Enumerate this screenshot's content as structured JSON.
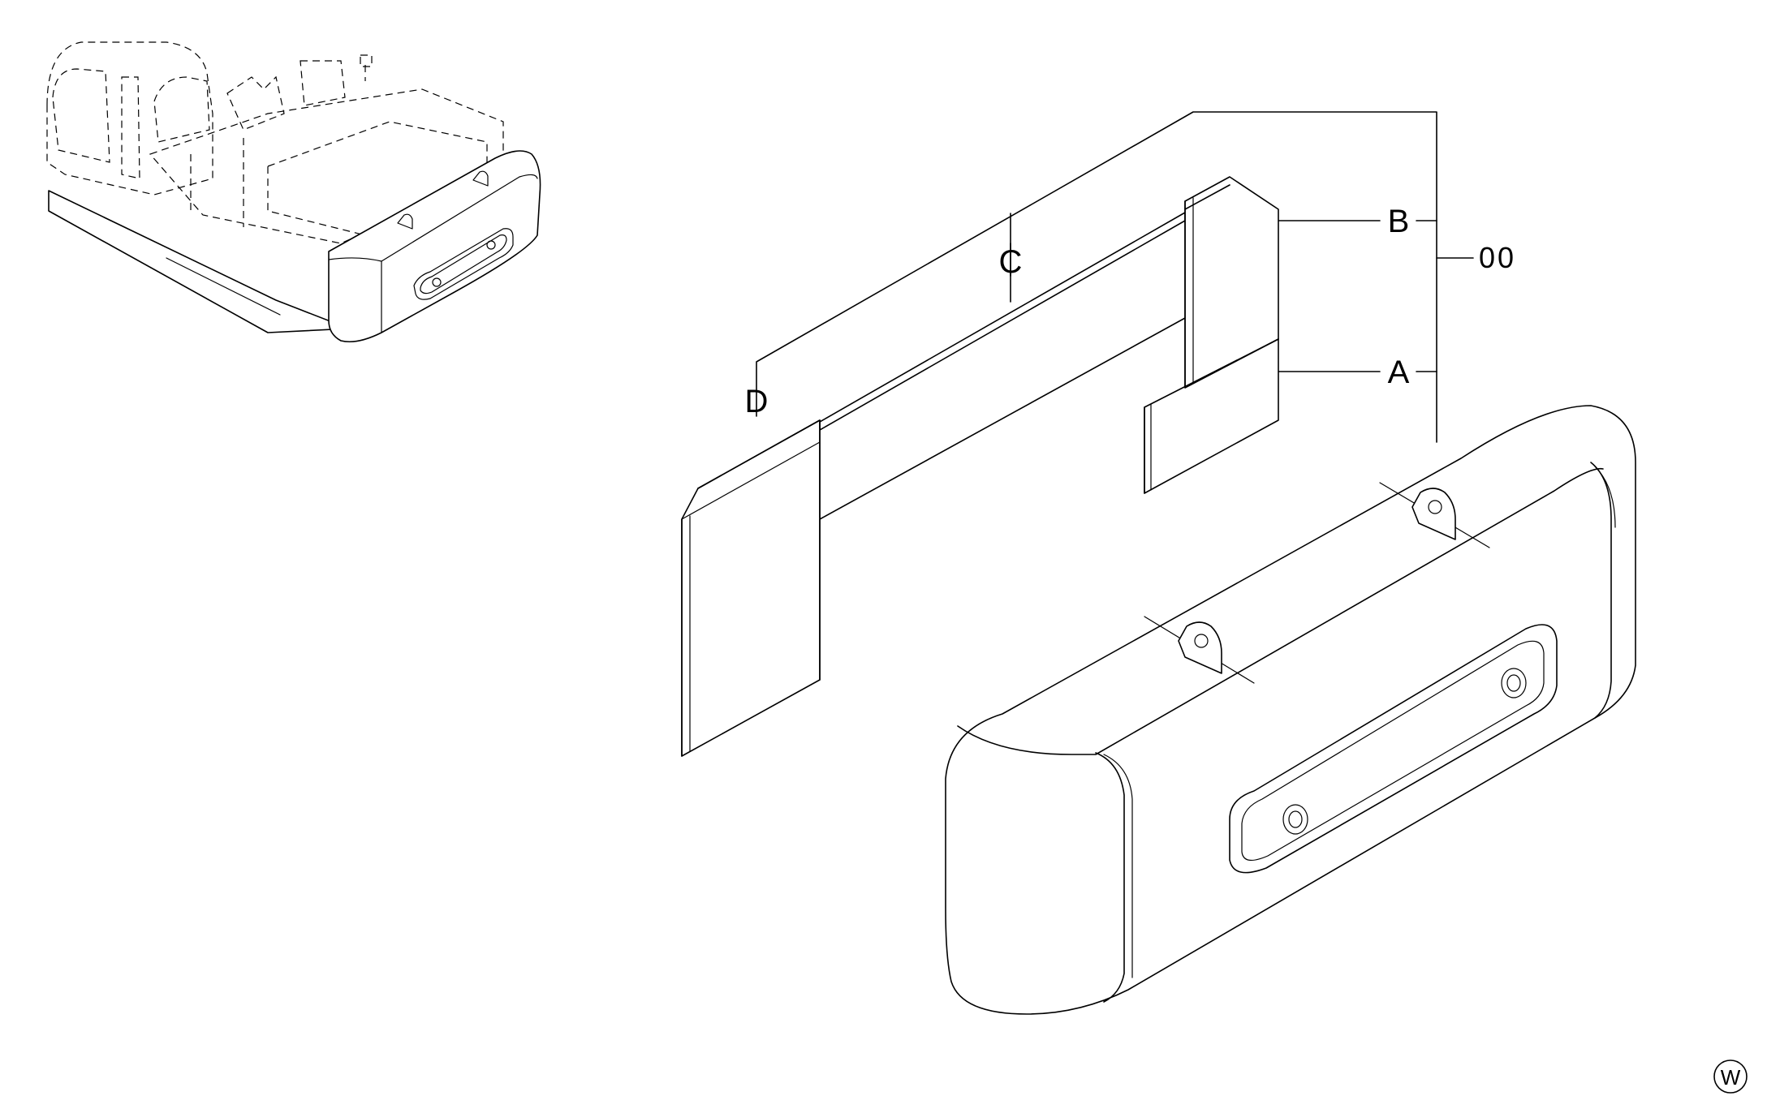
{
  "callouts": {
    "assembly": "00",
    "a": "A",
    "b": "B",
    "c": "C",
    "d": "D"
  },
  "mark": "W"
}
